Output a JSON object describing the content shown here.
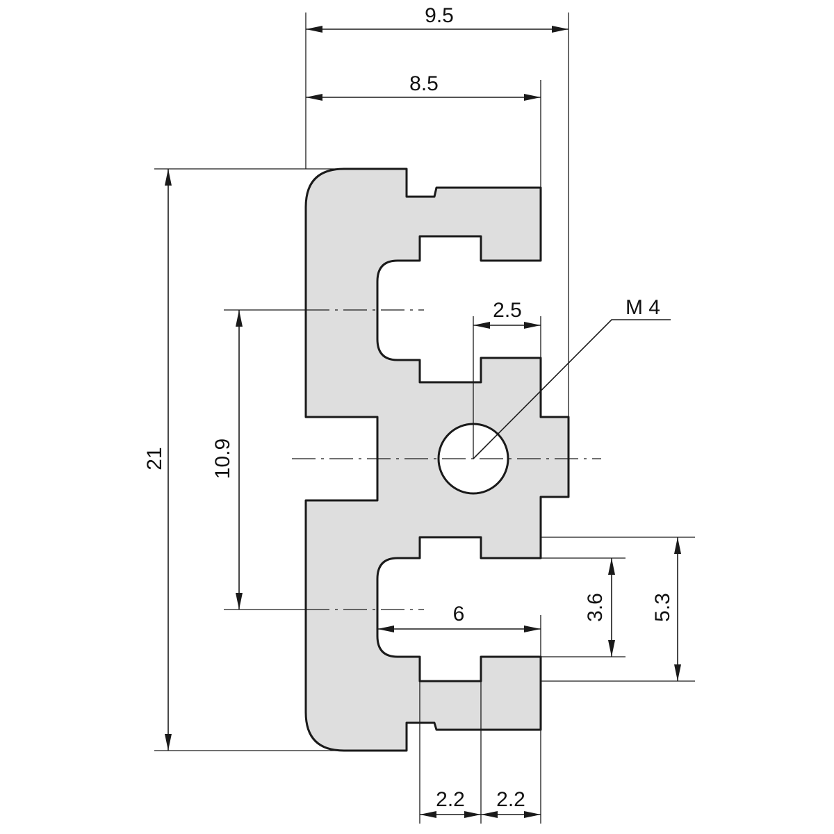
{
  "drawing": {
    "colors": {
      "profile_fill": "#dedede",
      "line": "#1a1a1a",
      "background": "#ffffff"
    },
    "dimensions": {
      "overall_width": "9.5",
      "body_width": "8.5",
      "overall_height": "21",
      "slot_pitch": "10.9",
      "offset": "2.5",
      "thread": "M 4",
      "slot_depth": "6",
      "slot_inner_width": "3.6",
      "slot_outer_width": "5.3",
      "bottom_left_width": "2.2",
      "bottom_right_width": "2.2"
    }
  }
}
